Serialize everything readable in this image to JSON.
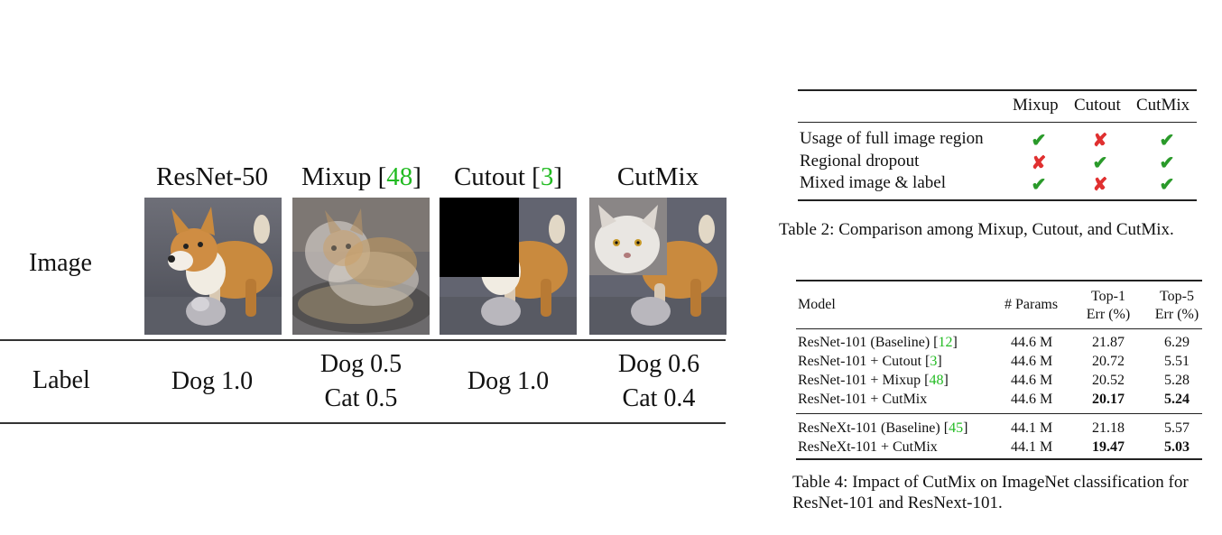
{
  "figure": {
    "columns": [
      {
        "name": "ResNet-50",
        "cite": ""
      },
      {
        "name": "Mixup [",
        "cite": "48",
        "suffix": "]"
      },
      {
        "name": "Cutout [",
        "cite": "3",
        "suffix": "]"
      },
      {
        "name": "CutMix",
        "cite": ""
      }
    ],
    "row_image_label": "Image",
    "row_label_label": "Label",
    "labels": [
      {
        "line1": "Dog 1.0",
        "line2": ""
      },
      {
        "line1": "Dog 0.5",
        "line2": "Cat 0.5"
      },
      {
        "line1": "Dog 1.0",
        "line2": ""
      },
      {
        "line1": "Dog 0.6",
        "line2": "Cat 0.4"
      }
    ]
  },
  "table2": {
    "headers": [
      "Mixup",
      "Cutout",
      "CutMix"
    ],
    "rows": [
      {
        "label": "Usage of full image region",
        "marks": [
          "check",
          "cross",
          "check"
        ]
      },
      {
        "label": "Regional dropout",
        "marks": [
          "cross",
          "check",
          "check"
        ]
      },
      {
        "label": "Mixed image & label",
        "marks": [
          "check",
          "cross",
          "check"
        ]
      }
    ],
    "caption": "Table 2: Comparison among Mixup, Cutout, and CutMix.",
    "check_glyph": "✔",
    "cross_glyph": "✘",
    "check_color": "#2a9a2a",
    "cross_color": "#e03030"
  },
  "table4": {
    "headers": {
      "model": "Model",
      "params": "# Params",
      "top1_line1": "Top-1",
      "top1_line2": "Err (%)",
      "top5_line1": "Top-5",
      "top5_line2": "Err (%)"
    },
    "group1": [
      {
        "model": "ResNet-101 (Baseline) [",
        "cite": "12",
        "suffix": "]",
        "params": "44.6 M",
        "top1": "21.87",
        "top5": "6.29"
      },
      {
        "model": "ResNet-101 + Cutout [",
        "cite": "3",
        "suffix": "]",
        "params": "44.6 M",
        "top1": "20.72",
        "top5": "5.51"
      },
      {
        "model": "ResNet-101 + Mixup [",
        "cite": "48",
        "suffix": "]",
        "params": "44.6 M",
        "top1": "20.52",
        "top5": "5.28"
      },
      {
        "model": "ResNet-101 + CutMix",
        "cite": "",
        "suffix": "",
        "params": "44.6 M",
        "top1": "20.17",
        "top5": "5.24"
      }
    ],
    "group2": [
      {
        "model": "ResNeXt-101 (Baseline) [",
        "cite": "45",
        "suffix": "]",
        "params": "44.1 M",
        "top1": "21.18",
        "top5": "5.57"
      },
      {
        "model": "ResNeXt-101 + CutMix",
        "cite": "",
        "suffix": "",
        "params": "44.1 M",
        "top1": "19.47",
        "top5": "5.03"
      }
    ],
    "caption_line1": "Table 4: Impact of CutMix on ImageNet classification for",
    "caption_line2": "ResNet-101 and ResNext-101."
  },
  "colors": {
    "citation": "#22bb22"
  }
}
